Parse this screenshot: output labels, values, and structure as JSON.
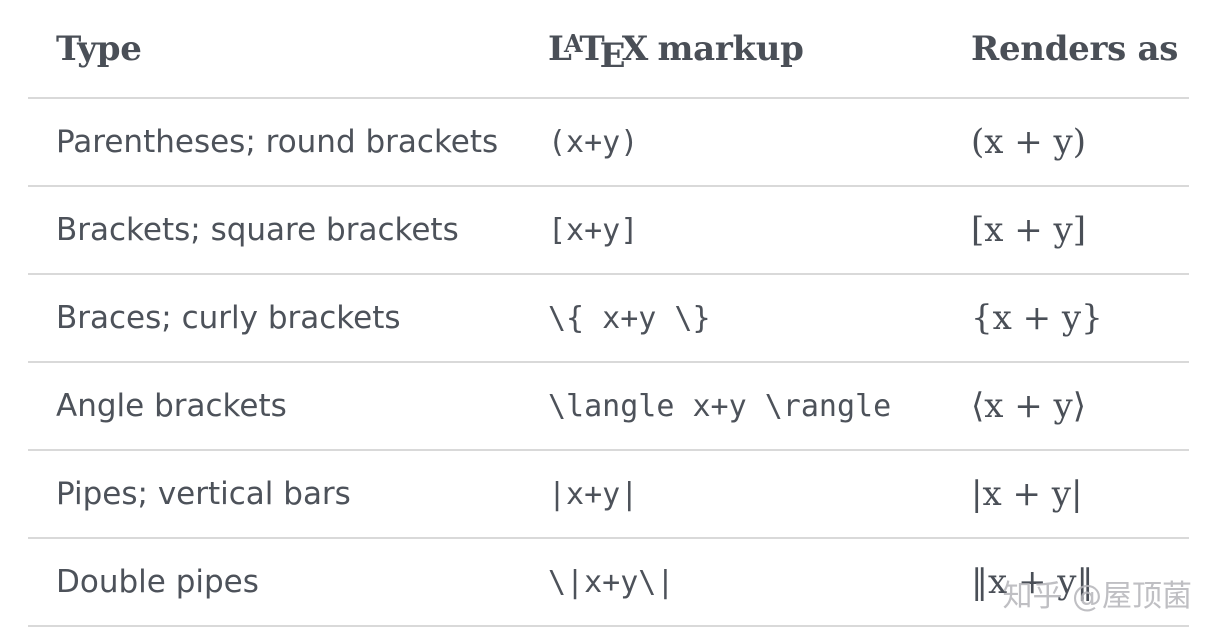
{
  "table": {
    "headers": {
      "type": "Type",
      "markup_logo": {
        "l": "L",
        "a": "A",
        "t": "T",
        "e": "E",
        "x": "X"
      },
      "markup_suffix": "markup",
      "renders": "Renders as"
    },
    "rows": [
      {
        "type": "Parentheses; round brackets",
        "markup": "(x+y)",
        "render": "(x + y)"
      },
      {
        "type": "Brackets; square brackets",
        "markup": "[x+y]",
        "render": "[x + y]"
      },
      {
        "type": "Braces; curly brackets",
        "markup": "\\{ x+y \\}",
        "render": "{x + y}"
      },
      {
        "type": "Angle brackets",
        "markup": "\\langle x+y \\rangle",
        "render": "⟨x + y⟩"
      },
      {
        "type": "Pipes; vertical bars",
        "markup": "|x+y|",
        "render": "|x + y|"
      },
      {
        "type": "Double pipes",
        "markup": "\\|x+y\\|",
        "render": "‖x + y‖"
      }
    ]
  },
  "watermark": "知乎 @屋顶菌"
}
